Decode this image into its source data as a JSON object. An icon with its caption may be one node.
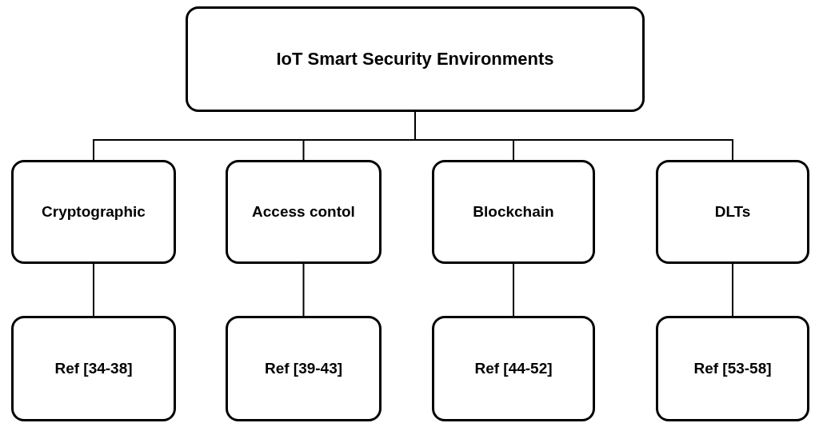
{
  "diagram": {
    "nodes": [
      {
        "text": [
          "IoT Smart Security Environments"
        ]
      },
      {
        "text": [
          "Cryptographic"
        ]
      },
      {
        "text": [
          "Access contol"
        ]
      },
      {
        "text": [
          "Blockchain"
        ]
      },
      {
        "text": [
          "DLTs"
        ]
      },
      {
        "text": [
          "Ref [34-38]"
        ]
      },
      {
        "text": [
          "Ref [39-43]"
        ]
      },
      {
        "text": [
          "Ref [44-52]"
        ]
      },
      {
        "text": [
          "Ref [53-58]"
        ]
      }
    ],
    "edges": [
      {
        "from": 0,
        "to": 1,
        "arrow": "none"
      },
      {
        "from": 0,
        "to": 2,
        "arrow": "none"
      },
      {
        "from": 0,
        "to": 3,
        "arrow": "none"
      },
      {
        "from": 0,
        "to": 4,
        "arrow": "none"
      },
      {
        "from": 1,
        "to": 5,
        "arrow": "none"
      },
      {
        "from": 2,
        "to": 6,
        "arrow": "none"
      },
      {
        "from": 3,
        "to": 7,
        "arrow": "none"
      },
      {
        "from": 4,
        "to": 8,
        "arrow": "none"
      }
    ]
  }
}
